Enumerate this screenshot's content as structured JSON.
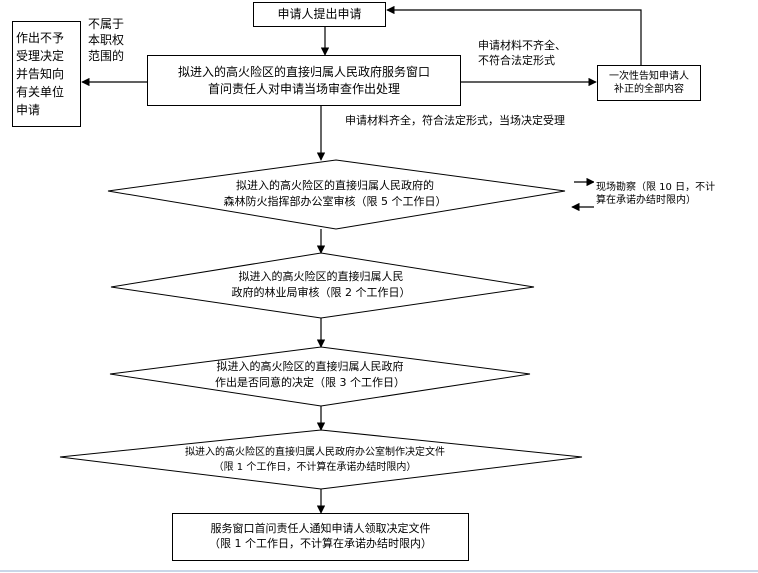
{
  "start": {
    "label": "申请人提出申请"
  },
  "window_review": {
    "line1": "拟进入的高火险区的直接归属人民政府服务窗口",
    "line2": "首问责任人对申请当场审查作出处理"
  },
  "reject": {
    "label_lines": [
      "不属于",
      "本职权",
      "范围的"
    ],
    "box_lines": [
      "作出不予",
      "受理决定",
      "并告知向",
      "有关单位",
      "申请"
    ]
  },
  "incomplete": {
    "label_lines": [
      "申请材料不齐全、",
      "不符合法定形式"
    ],
    "box_lines": [
      "一次性告知申请人",
      "补正的全部内容"
    ]
  },
  "accept_label": "申请材料齐全，符合法定形式，当场决定受理",
  "step_forestry_office": {
    "line1": "拟进入的高火险区的直接归属人民政府的",
    "line2": "森林防火指挥部办公室审核（限 5 个工作日）"
  },
  "survey": {
    "lines": [
      "现场勘察（限 10 日，不计",
      "算在承诺办结时限内）"
    ]
  },
  "step_forestry_bureau": {
    "line1": "拟进入的高火险区的直接归属人民",
    "line2": "政府的林业局审核（限 2 个工作日）"
  },
  "step_decision": {
    "line1": "拟进入的高火险区的直接归属人民政府",
    "line2": "作出是否同意的决定（限 3 个工作日）"
  },
  "step_document": {
    "line1": "拟进入的高火险区的直接归属人民政府办公室制作决定文件",
    "line2": "（限 1 个工作日，不计算在承诺办结时限内）"
  },
  "notify": {
    "line1": "服务窗口首问责任人通知申请人领取决定文件",
    "line2": "（限 1 个工作日，不计算在承诺办结时限内）"
  }
}
